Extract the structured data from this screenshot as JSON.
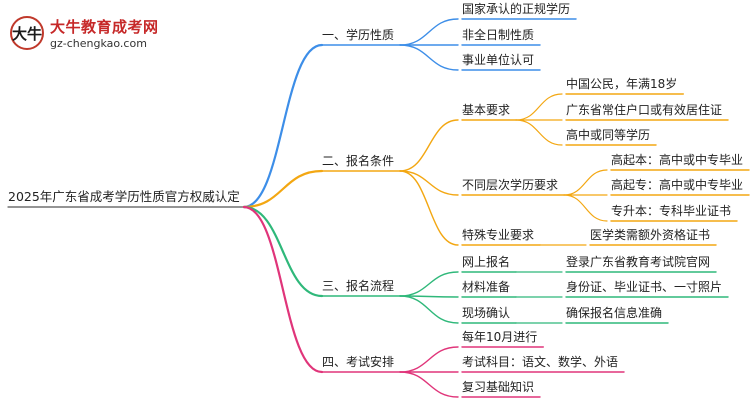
{
  "logo": {
    "name": "大牛教育成考网",
    "url": "gz-chengkao.com",
    "mark": "大牛"
  },
  "root": {
    "label": "2025年广东省成考学历性质官方权威认定"
  },
  "colors": {
    "blue": "#3d8ee8",
    "orange": "#f3a712",
    "green": "#2fb87a",
    "pink": "#e0357a"
  },
  "branches": [
    {
      "label": "一、学历性质",
      "color": "blue",
      "children": [
        {
          "label": "国家承认的正规学历"
        },
        {
          "label": "非全日制性质"
        },
        {
          "label": "事业单位认可"
        }
      ]
    },
    {
      "label": "二、报名条件",
      "color": "orange",
      "children": [
        {
          "label": "基本要求",
          "children": [
            {
              "label": "中国公民，年满18岁"
            },
            {
              "label": "广东省常住户口或有效居住证"
            },
            {
              "label": "高中或同等学历"
            }
          ]
        },
        {
          "label": "不同层次学历要求",
          "children": [
            {
              "label": "高起本：高中或中专毕业"
            },
            {
              "label": "高起专：高中或中专毕业"
            },
            {
              "label": "专升本：专科毕业证书"
            }
          ]
        },
        {
          "label": "特殊专业要求",
          "children": [
            {
              "label": "医学类需额外资格证书"
            }
          ]
        }
      ]
    },
    {
      "label": "三、报名流程",
      "color": "green",
      "children": [
        {
          "label": "网上报名",
          "children": [
            {
              "label": "登录广东省教育考试院官网"
            }
          ]
        },
        {
          "label": "材料准备",
          "children": [
            {
              "label": "身份证、毕业证书、一寸照片"
            }
          ]
        },
        {
          "label": "现场确认",
          "children": [
            {
              "label": "确保报名信息准确"
            }
          ]
        }
      ]
    },
    {
      "label": "四、考试安排",
      "color": "pink",
      "children": [
        {
          "label": "每年10月进行"
        },
        {
          "label": "考试科目：语文、数学、外语"
        },
        {
          "label": "复习基础知识"
        }
      ]
    }
  ]
}
